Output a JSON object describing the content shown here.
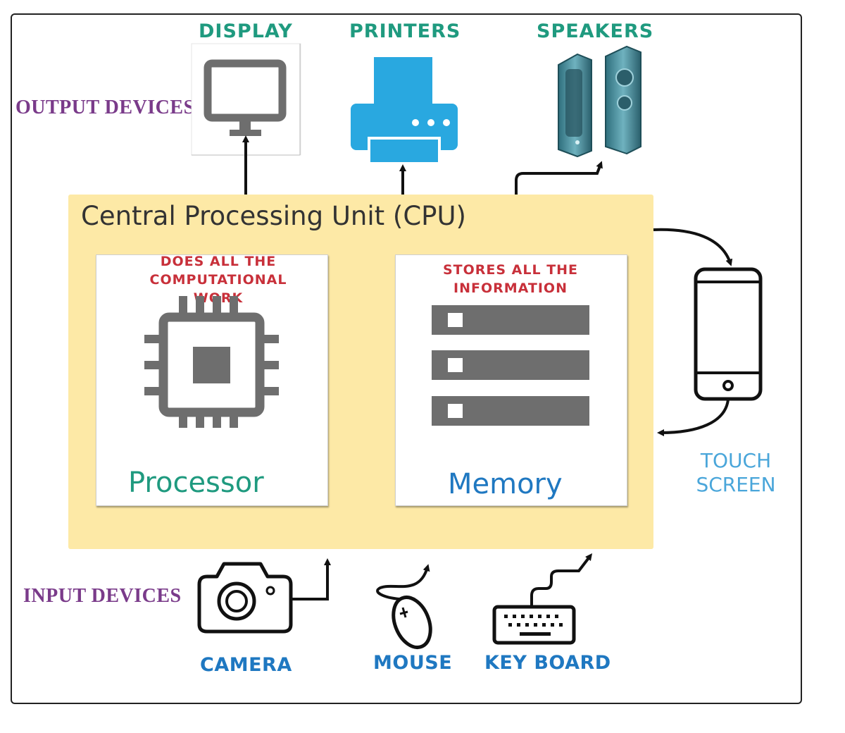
{
  "output_label": "OUTPUT DEVICES",
  "input_label": "INPUT DEVICES",
  "output_devices": {
    "display": "DISPLAY",
    "printers": "PRINTERS",
    "speakers": "SPEAKERS"
  },
  "cpu": {
    "title": "Central Processing Unit (CPU)",
    "processor": {
      "title": "Processor",
      "note_line1": "DOES ALL THE",
      "note_line2": "COMPUTATIONAL",
      "note_line3": "WORK"
    },
    "memory": {
      "title": "Memory",
      "note_line1": "STORES ALL THE",
      "note_line2": "INFORMATION"
    }
  },
  "touch_screen": {
    "line1": "TOUCH",
    "line2": "SCREEN"
  },
  "input_devices": {
    "camera": "CAMERA",
    "mouse": "MOUSE",
    "keyboard": "KEY BOARD"
  },
  "colors": {
    "cpu_bg": "#fde9a6",
    "output_label": "#1f9a7f",
    "group_label": "#7a3b8a",
    "input_label": "#1f78c1",
    "note": "#c8303a",
    "printer": "#29a8e0",
    "icon_grey": "#6e6e6e"
  }
}
